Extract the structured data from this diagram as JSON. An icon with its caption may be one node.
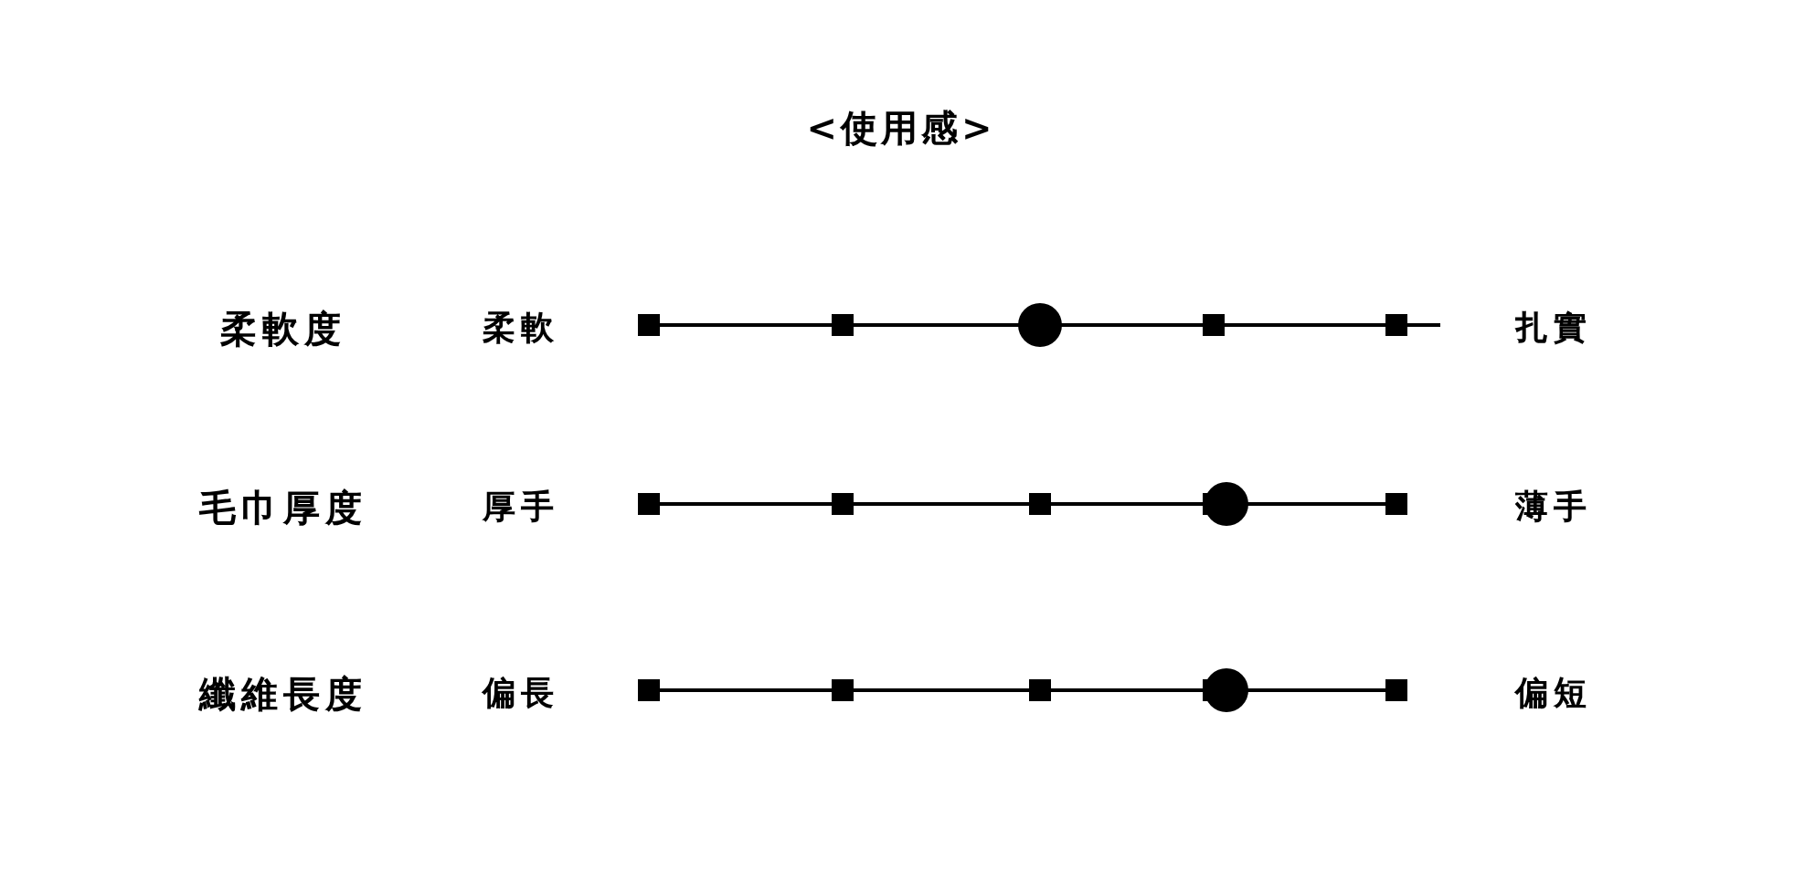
{
  "diagram": {
    "title": "<使用感>",
    "labels": [
      "柔軟度",
      "柔軟",
      "扎實",
      "毛巾厚度",
      "厚手",
      "薄手",
      "纖維長度",
      "偏長",
      "偏短"
    ]
  }
}
